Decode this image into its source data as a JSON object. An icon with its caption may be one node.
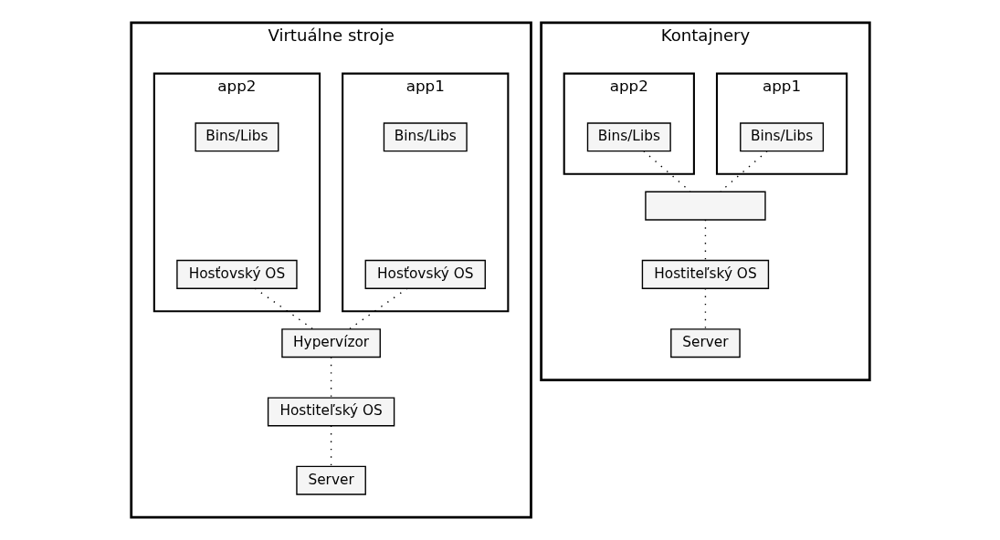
{
  "diagram": {
    "nodes": [
      {
        "text": [
          "Virtuálne stroje"
        ]
      },
      {
        "text": [
          "app1"
        ],
        "in": 0
      },
      {
        "text": [
          "Bins/Libs"
        ],
        "in": 1
      },
      {
        "text": [
          "Hosťovský OS"
        ],
        "in": 1
      },
      {
        "text": [
          "app2"
        ],
        "in": 0
      },
      {
        "text": [
          "Bins/Libs"
        ],
        "in": 4
      },
      {
        "text": [
          "Hosťovský OS"
        ],
        "in": 4
      },
      {
        "text": [
          "Hypervízor"
        ],
        "in": 0
      },
      {
        "text": [
          "Hostiteľský OS"
        ],
        "in": 0
      },
      {
        "text": [
          "Server"
        ],
        "in": 0
      },
      {
        "text": [
          "Kontajnery"
        ]
      },
      {
        "text": [
          "app1"
        ],
        "in": 10
      },
      {
        "text": [
          "Bins/Libs"
        ],
        "in": 11
      },
      {
        "text": [
          "app2"
        ],
        "in": 10
      },
      {
        "text": [
          "Bins/Libs"
        ],
        "in": 13
      },
      {
        "text": [],
        "shape": "box",
        "in": 10
      },
      {
        "text": [
          "Hostiteľský OS"
        ],
        "in": 10
      },
      {
        "text": [
          "Server"
        ],
        "in": 10
      }
    ],
    "edges": [
      {
        "from": 3,
        "to": 7,
        "arrow": "none"
      },
      {
        "from": 6,
        "to": 7,
        "arrow": "none"
      },
      {
        "from": 7,
        "to": 8,
        "arrow": "none"
      },
      {
        "from": 8,
        "to": 9,
        "arrow": "none"
      },
      {
        "from": 12,
        "to": 15,
        "arrow": "none"
      },
      {
        "from": 14,
        "to": 15,
        "arrow": "none"
      },
      {
        "from": 15,
        "to": 16,
        "arrow": "none"
      },
      {
        "from": 16,
        "to": 17,
        "arrow": "none"
      }
    ]
  }
}
